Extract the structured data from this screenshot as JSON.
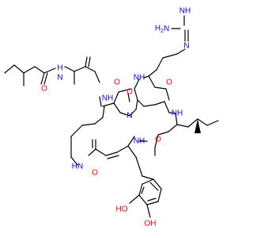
{
  "colors": {
    "carbon": "#000000",
    "oxygen": "#ff0000",
    "nitrogen": "#0000ff",
    "background": "#ffffff"
  },
  "labels": {
    "nh_guanidine_top": "NH",
    "h2n_guanidine": "H2N",
    "h2n_sub": "2",
    "n_guanidine": "N",
    "nh_arg": "NH",
    "o_arg_right": "O",
    "nh_amide_left": "NH",
    "nh_macro_top": "N",
    "o_top_ring": "O",
    "nh_center": "NH",
    "nh_ile": "NH",
    "o_left_amide": "O",
    "o_center": "O",
    "nh_ring_left": "HN",
    "o_ile": "O",
    "nh_tyr": "NH",
    "o_lower_left": "O",
    "oh_1": "OH",
    "oh_2": "OH",
    "h_oh1": "HO",
    "nh_left_chain": "H",
    "n_left_chain": "N"
  }
}
